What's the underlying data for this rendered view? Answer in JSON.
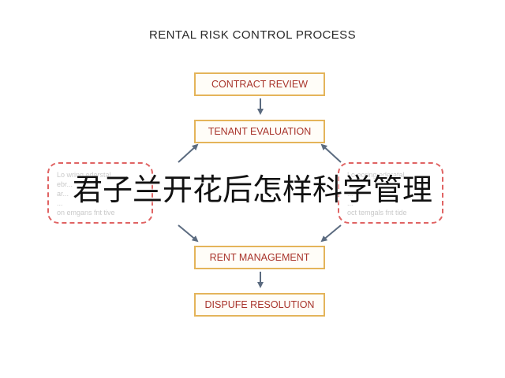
{
  "diagram": {
    "title": "RENTAL RISK CONTROL PROCESS",
    "steps": [
      {
        "label": "CONTRACT REVIEW"
      },
      {
        "label": "TENANT EVALUATION"
      },
      {
        "label": "RENT MANAGEMENT"
      },
      {
        "label": "DISPUFE RESOLUTION"
      }
    ],
    "left_note": {
      "lines": [
        "Lo wring ederstal",
        "ebr...",
        "ar...",
        "...",
        "on emgans fnt tive"
      ]
    },
    "right_note": {
      "lines": [
        "Lo eoring ederatal",
        "...",
        "...",
        "...",
        "oct temgals fnt tide"
      ]
    },
    "overlay_text": "君子兰开花后怎样科学管理"
  },
  "colors": {
    "box_border": "#e4b45a",
    "box_text": "#a8342b",
    "dashed_border": "#e06363",
    "arrow": "#5b6b80"
  }
}
